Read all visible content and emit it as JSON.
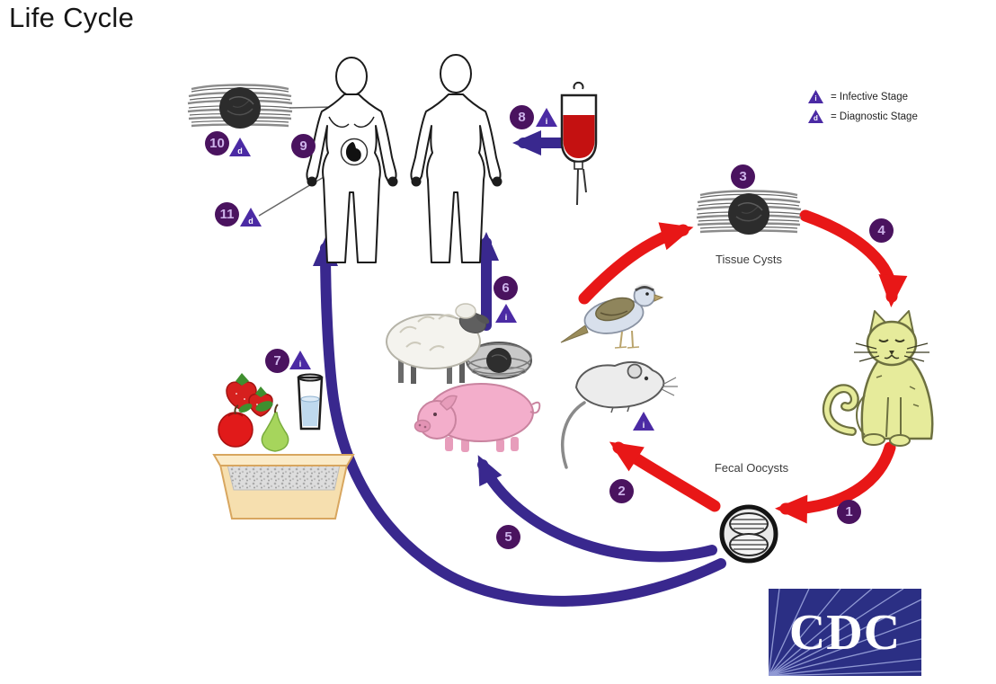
{
  "title": "Life Cycle",
  "legend": {
    "infective": {
      "symbol": "i",
      "label": "= Infective Stage"
    },
    "diagnostic": {
      "symbol": "d",
      "label": "= Diagnostic Stage"
    }
  },
  "labels": {
    "tissue_cysts": "Tissue Cysts",
    "fecal_oocysts": "Fecal Oocysts"
  },
  "steps": [
    "1",
    "2",
    "3",
    "4",
    "5",
    "6",
    "7",
    "8",
    "9",
    "10",
    "11"
  ],
  "logo": {
    "text": "CDC"
  },
  "colors": {
    "cycle_arrow": "#E81717",
    "route_arrow": "#39288E",
    "badge": "#4A135F",
    "badge_text": "#CDB3EA",
    "triangle": "#4B2AA4"
  }
}
